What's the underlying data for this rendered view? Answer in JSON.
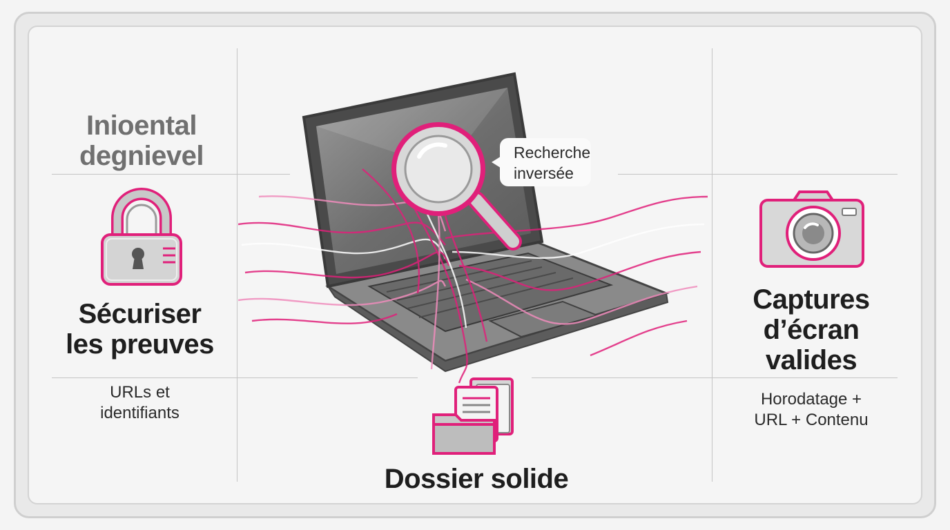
{
  "top_left_title": [
    "Inioental",
    "degnievel"
  ],
  "left": {
    "heading": [
      "Sécuriser",
      "les preuves"
    ],
    "sub": [
      "URLs et",
      "identifiants"
    ]
  },
  "center": {
    "callout": [
      "Recherche",
      "inversée"
    ],
    "heading": "Dossier solide"
  },
  "right": {
    "heading": [
      "Captures",
      "d’écran",
      "valides"
    ],
    "sub": [
      "Horodatage +",
      "URL + Contenu"
    ]
  },
  "colors": {
    "accent": "#e0207a",
    "gray": "#8c8c8c",
    "dark": "#555555"
  },
  "icons": [
    "padlock-icon",
    "laptop-icon",
    "magnifier-icon",
    "camera-icon",
    "folder-documents-icon"
  ]
}
